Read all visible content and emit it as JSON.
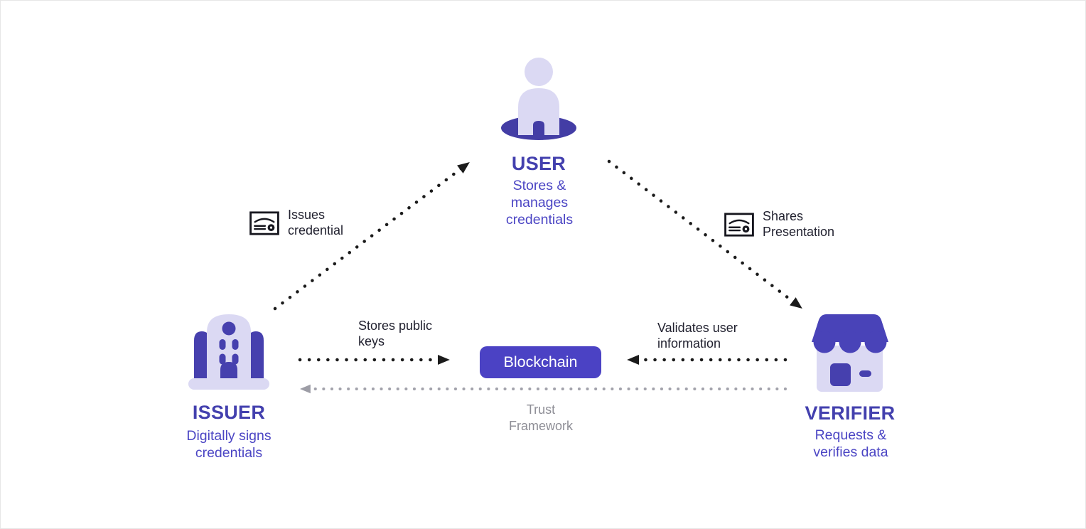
{
  "actors": {
    "user": {
      "title": "USER",
      "subtitle": "Stores &\nmanages\ncredentials",
      "icon": "person-icon"
    },
    "issuer": {
      "title": "ISSUER",
      "subtitle": "Digitally signs\ncredentials",
      "icon": "building-icon"
    },
    "verifier": {
      "title": "VERIFIER",
      "subtitle": "Requests &\nverifies data",
      "icon": "storefront-icon"
    }
  },
  "blockchain": {
    "label": "Blockchain"
  },
  "edges": {
    "issues_credential": {
      "label": "Issues\ncredential",
      "icon": "certificate-icon",
      "from": "issuer",
      "to": "user",
      "style": "black-dotted"
    },
    "shares_presentation": {
      "label": "Shares\nPresentation",
      "icon": "certificate-icon",
      "from": "user",
      "to": "verifier",
      "style": "black-dotted"
    },
    "stores_public_keys": {
      "label": "Stores public\nkeys",
      "from": "issuer",
      "to": "blockchain",
      "style": "black-dotted"
    },
    "validates_user_information": {
      "label": "Validates user\ninformation",
      "from": "verifier",
      "to": "blockchain",
      "style": "black-dotted"
    },
    "trust_framework": {
      "label": "Trust\nFramework",
      "from": "verifier",
      "to": "issuer",
      "style": "gray-dotted"
    }
  },
  "colors": {
    "indigo_dark": "#4640AE",
    "indigo_button": "#4B42C4",
    "lavender_light": "#DBD9F3",
    "heading_text": "#4340AE",
    "subtitle_text": "#4B45C4",
    "label_text": "#222230",
    "muted_text": "#8E8E96",
    "muted_dots": "#A2A2AB",
    "arrow_dots": "#1B1B1B"
  }
}
